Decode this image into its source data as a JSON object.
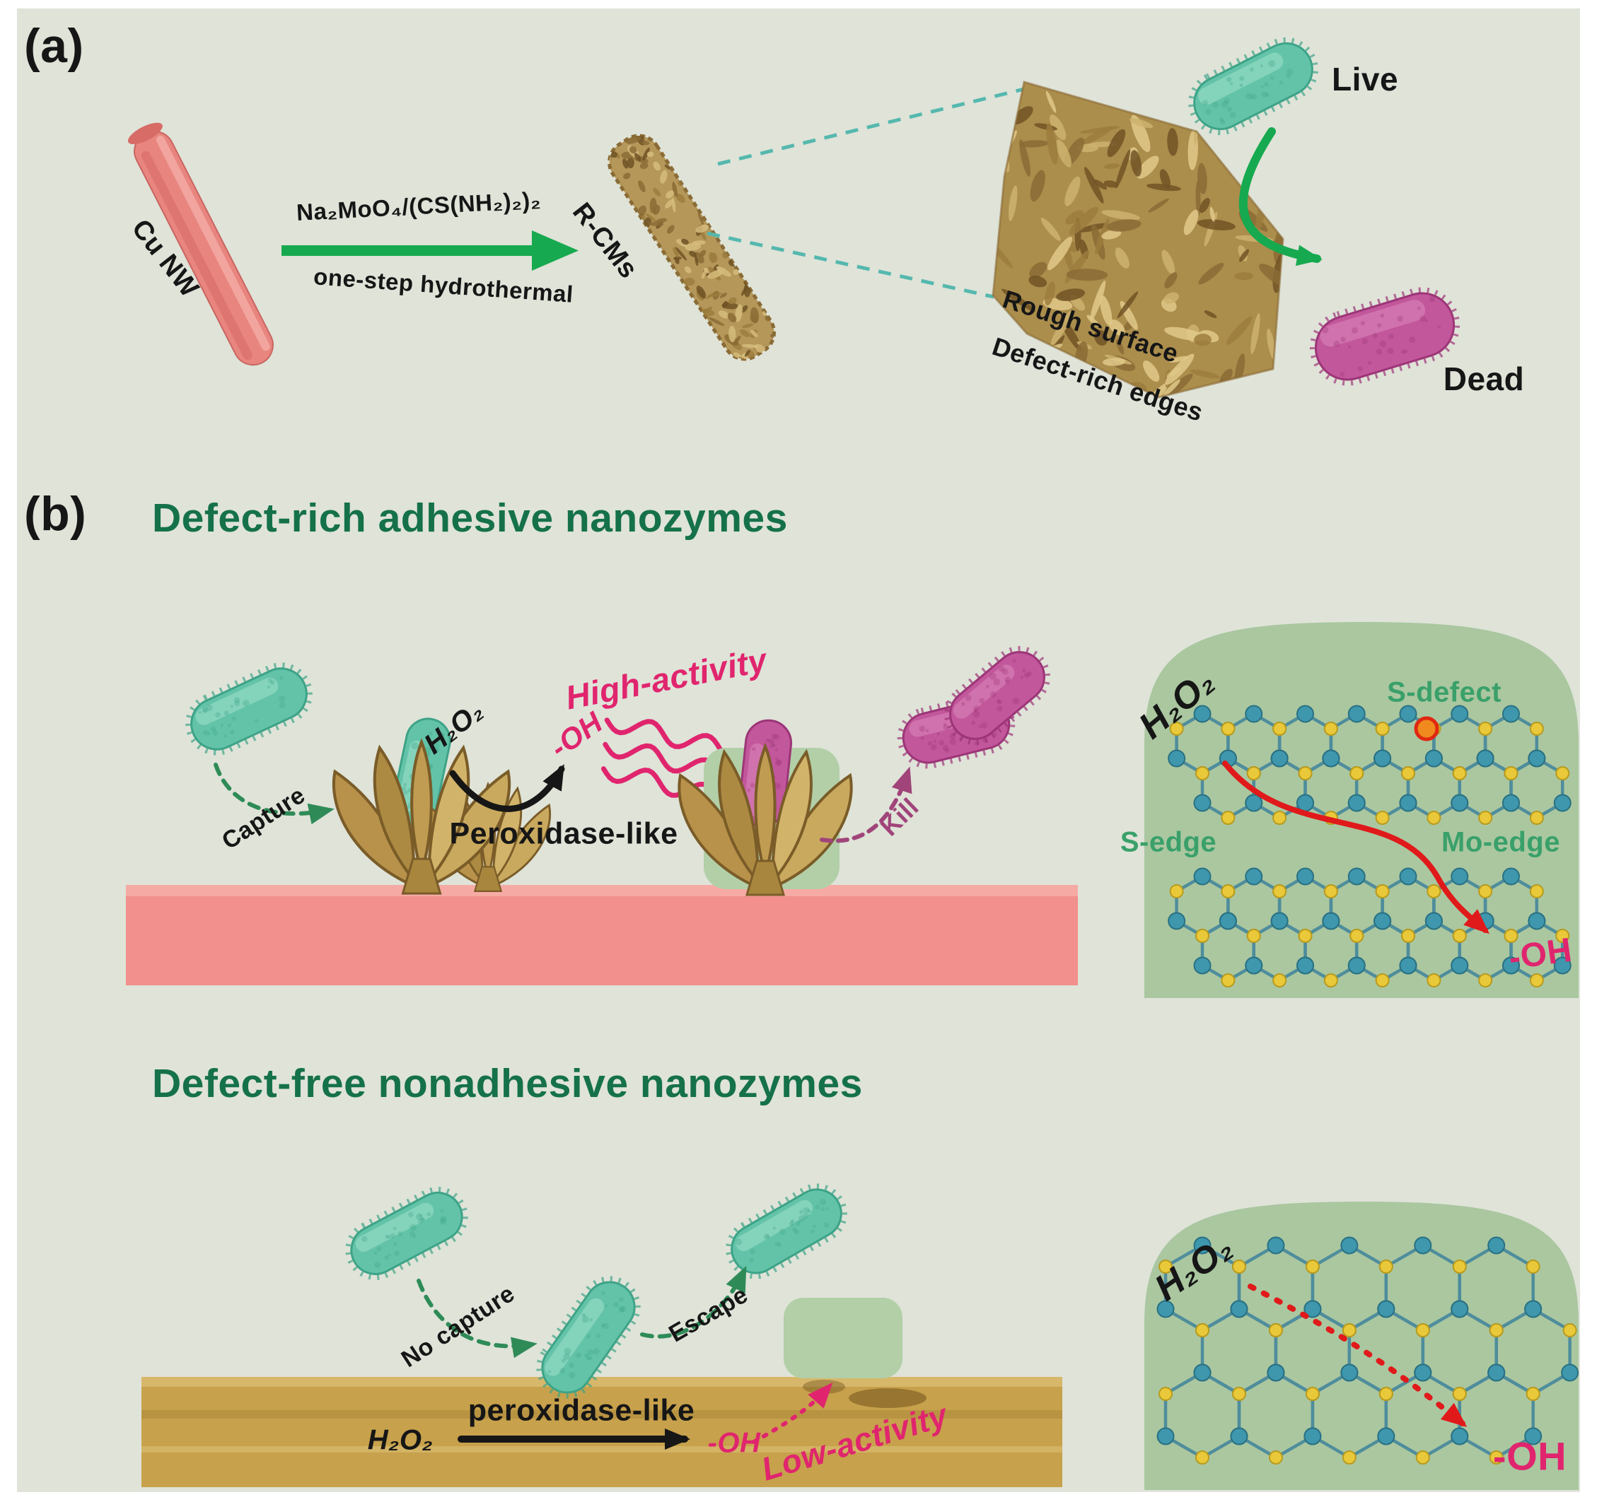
{
  "panel_a": {
    "label": "(a)",
    "cu_nanowire": "Cu NW",
    "reaction": {
      "reagent": "Na₂MoO₄/(CS(NH₂)₂)₂",
      "condition": "one-step hydrothermal"
    },
    "product": "R-CMs",
    "magnified": {
      "line1": "Rough surface",
      "line2": "Defect-rich edges"
    },
    "bacteria": {
      "live": "Live",
      "dead": "Dead"
    }
  },
  "panel_b": {
    "label": "(b)",
    "defect_rich": {
      "title": "Defect-rich adhesive nanozymes",
      "capture": "Capture",
      "h2o2": "H₂O₂",
      "enzyme": "Peroxidase-like",
      "radical": "-OH",
      "activity": "High-activity",
      "kill": "Kill",
      "lattice": {
        "h2o2": "H₂O₂",
        "s_defect": "S-defect",
        "s_edge": "S-edge",
        "mo_edge": "Mo-edge",
        "radical": "-OH"
      }
    },
    "defect_free": {
      "title": "Defect-free nonadhesive nanozymes",
      "no_capture": "No capture",
      "escape": "Escape",
      "h2o2": "H₂O₂",
      "enzyme": "peroxidase-like",
      "radical": "-OH",
      "activity": "Low-activity",
      "lattice": {
        "h2o2": "H₂O₂",
        "radical": "-OH"
      }
    }
  },
  "colors": {
    "background": "#dfe3d8",
    "teal": "#63c3a8",
    "magenta": "#c2579b",
    "green_arrow": "#17a94f",
    "title_green": "#15714a",
    "label_green": "#3aa06a",
    "pink": "#e0256e",
    "red": "#e01a1a",
    "salmon": "#f1908c",
    "tan": "#c7a14b",
    "blob": "#aac7a0",
    "atom_teal": "#3e97ad",
    "atom_yellow": "#e9c93a"
  }
}
